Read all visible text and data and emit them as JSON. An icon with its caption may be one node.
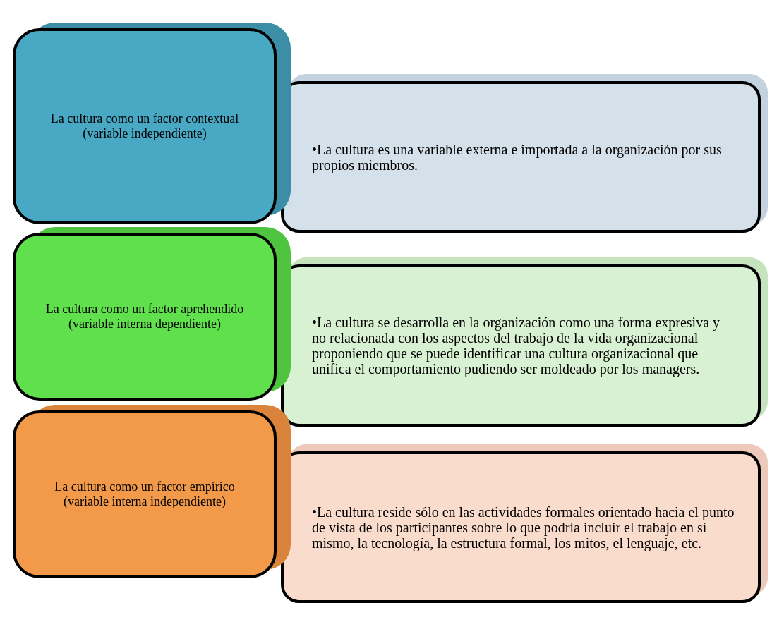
{
  "diagram": {
    "nodes": [
      {
        "text": [
          "La cultura como un factor contextual (variable independiente)"
        ]
      },
      {
        "text": [
          "•La cultura es una variable externa e importada a la organización por sus propios miembros."
        ]
      },
      {
        "text": [
          "La cultura como un factor aprehendido (variable interna dependiente)"
        ]
      },
      {
        "text": [
          "•La cultura se desarrolla en la organización como una forma expresiva y no relacionada con los aspectos del trabajo de la vida organizacional proponiendo que se puede identificar una cultura organizacional que unifica el comportamiento pudiendo ser moldeado por los managers."
        ]
      },
      {
        "text": [
          "La cultura como un factor empírico (variable interna independiente)"
        ]
      },
      {
        "text": [
          "•La cultura reside sólo en las actividades formales orientado hacia el punto de vista de los participantes sobre lo que podría incluir el trabajo en sí mismo, la tecnología, la estructura formal, los mitos, el lenguaje, etc."
        ]
      }
    ]
  }
}
